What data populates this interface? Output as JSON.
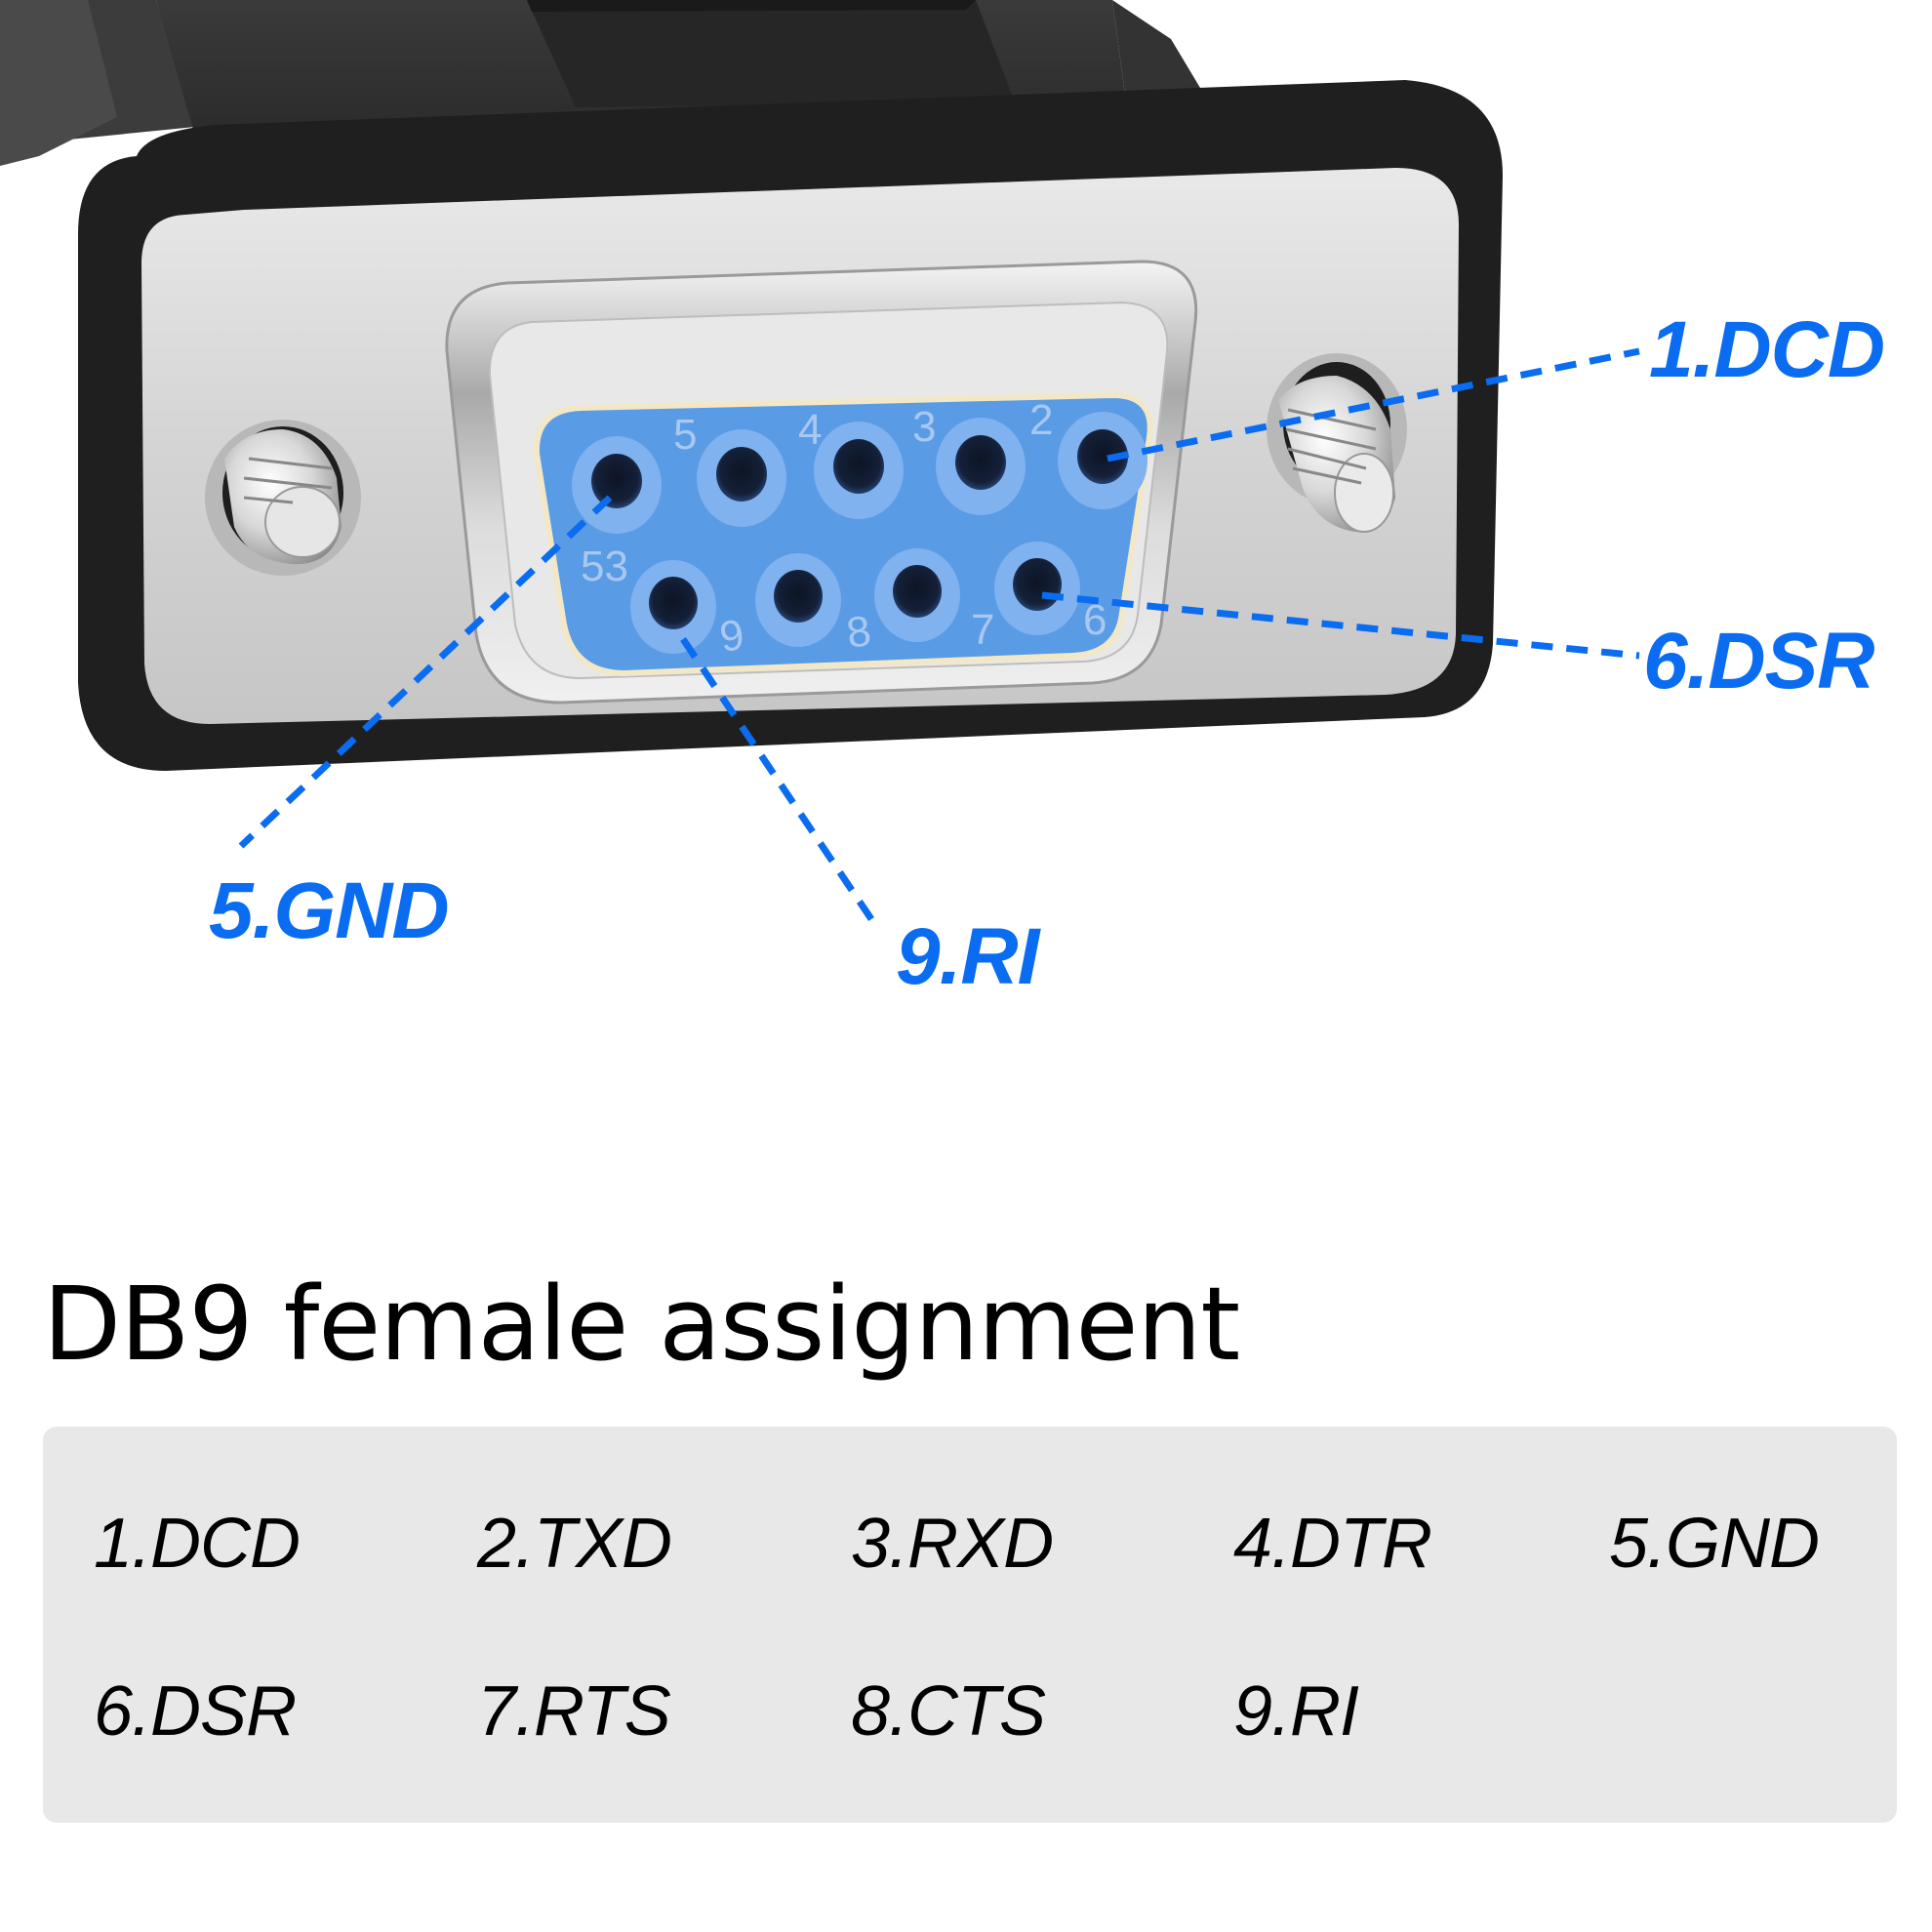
{
  "diagram": {
    "connector": "DB9 female connector",
    "insert_pin_numbers_top": [
      "5",
      "4",
      "3",
      "2"
    ],
    "insert_pin_numbers_bottom": [
      "9",
      "8",
      "7",
      "6"
    ],
    "insert_extra_marking": "53",
    "callouts": [
      {
        "label": "1.DCD",
        "pin": 1
      },
      {
        "label": "6.DSR",
        "pin": 6
      },
      {
        "label": "5.GND",
        "pin": 5
      },
      {
        "label": "9.RI",
        "pin": 9
      }
    ],
    "colors": {
      "callout_blue": "#0a6cf0",
      "insert_blue": "#5a9be6",
      "housing_black": "#1e1e1e",
      "plate_silver": "#d6d6d6",
      "table_bg": "#e8e8e8"
    }
  },
  "title": "DB9 female assignment",
  "pin_table": {
    "rows": [
      [
        "1.DCD",
        "2.TXD",
        "3.RXD",
        "4.DTR",
        "5.GND"
      ],
      [
        "6.DSR",
        "7.RTS",
        "8.CTS",
        "9.RI"
      ]
    ]
  }
}
